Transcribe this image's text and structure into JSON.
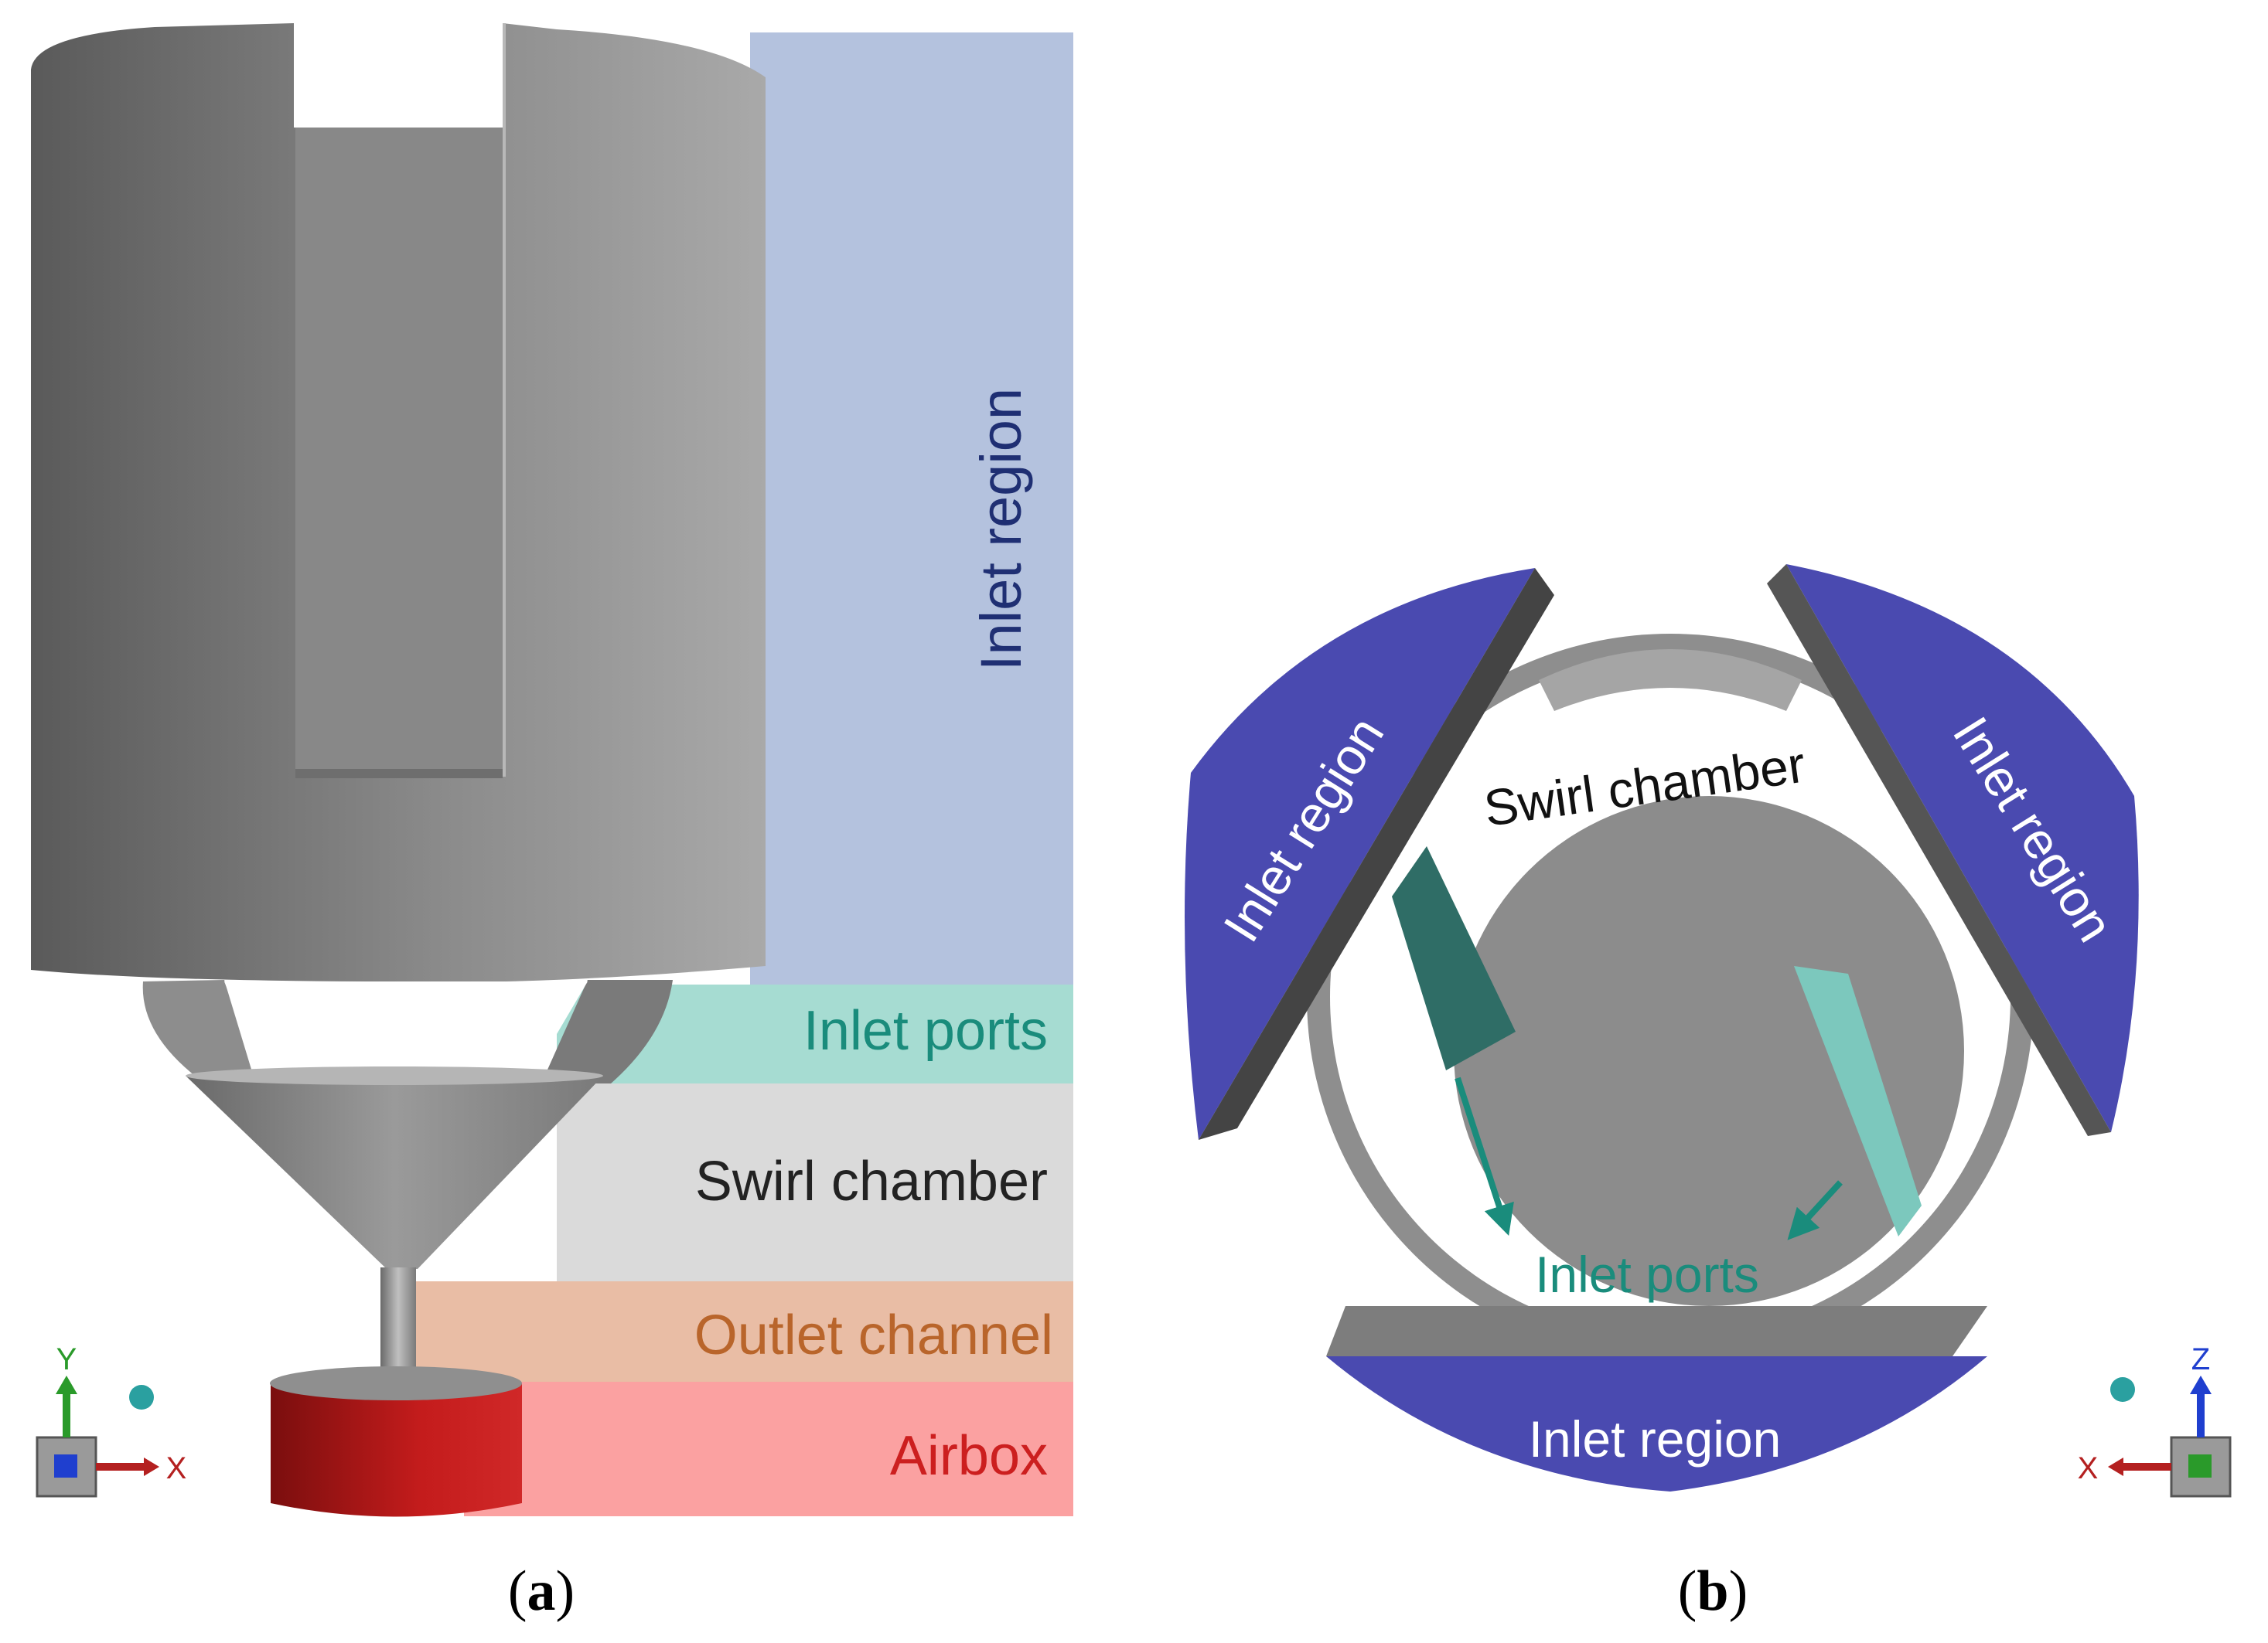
{
  "panel_a": {
    "region_labels": {
      "inlet_region": "Inlet region",
      "inlet_ports": "Inlet ports",
      "swirl_chamber": "Swirl chamber",
      "outlet_channel": "Outlet channel",
      "airbox": "Airbox"
    },
    "axis_labels": {
      "y": "Y",
      "x": "X"
    },
    "caption": {
      "open": "(",
      "letter": "a",
      "close": ")"
    }
  },
  "panel_b": {
    "labels": {
      "inlet_region_left": "Inlet region",
      "inlet_region_right": "Inlet region",
      "inlet_region_bottom": "Inlet region",
      "swirl_chamber": "Swirl chamber",
      "inlet_ports": "Inlet ports"
    },
    "axis_labels": {
      "z": "Z",
      "x": "X"
    },
    "caption": {
      "open": "(",
      "letter": "b",
      "close": ")"
    }
  },
  "colors": {
    "inlet_region_band": "#b4c2de",
    "inlet_ports_band": "#a6dcd2",
    "swirl_chamber_band": "#dadada",
    "outlet_channel_band": "#e9bda5",
    "airbox_band": "#fba1a1",
    "inlet_region_text": "#1f2f73",
    "inlet_ports_text": "#1a8c7c",
    "swirl_chamber_text": "#222222",
    "outlet_channel_text": "#b9652b",
    "airbox_text": "#cc1f1f",
    "inlet_region_solid": "#4a4ab0",
    "port_teal": "#7cc8bd"
  }
}
